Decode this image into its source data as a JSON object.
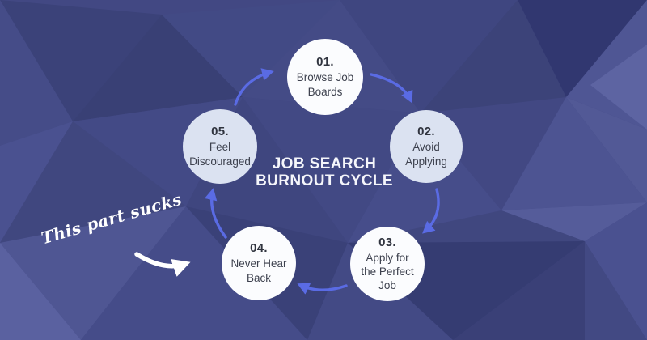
{
  "title": {
    "line1": "JOB SEARCH",
    "line2": "BURNOUT CYCLE"
  },
  "nodes": [
    {
      "number": "01.",
      "label": "Browse Job Boards"
    },
    {
      "number": "02.",
      "label": "Avoid Applying"
    },
    {
      "number": "03.",
      "label": "Apply for the Perfect Job"
    },
    {
      "number": "04.",
      "label": "Never Hear Back"
    },
    {
      "number": "05.",
      "label": "Feel Discouraged"
    }
  ],
  "annotation": {
    "text": "This part sucks"
  },
  "icons": {
    "cycle_arrows": "curved-arrow-icon",
    "annotation_arrow": "hand-drawn-arrow-icon"
  },
  "colors": {
    "background_base": "#424883",
    "background_dark_facet": "#313770",
    "background_light_facet": "#5a61a0",
    "cycle_arrow": "#5a6be4",
    "node_white": "#fbfcfe",
    "node_lavender": "#dbe2f1",
    "node_number_text": "#30343f",
    "node_label_text": "#3d414e",
    "title_text": "#f5f6fb",
    "annotation_text": "#ffffff"
  }
}
